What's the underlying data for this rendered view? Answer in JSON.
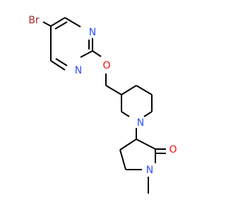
{
  "molecule": {
    "atoms": {
      "br": "Br",
      "n_pyrimidine_top": "N",
      "n_pyrimidine_bottom": "N",
      "o_ether": "O",
      "n_piperidine": "N",
      "o_carbonyl": "O",
      "n_lactam": "N"
    },
    "colors": {
      "carbon_bond": "#000000",
      "nitrogen": "#3050f8",
      "oxygen": "#ff0d0d",
      "bromine": "#a62929"
    }
  }
}
